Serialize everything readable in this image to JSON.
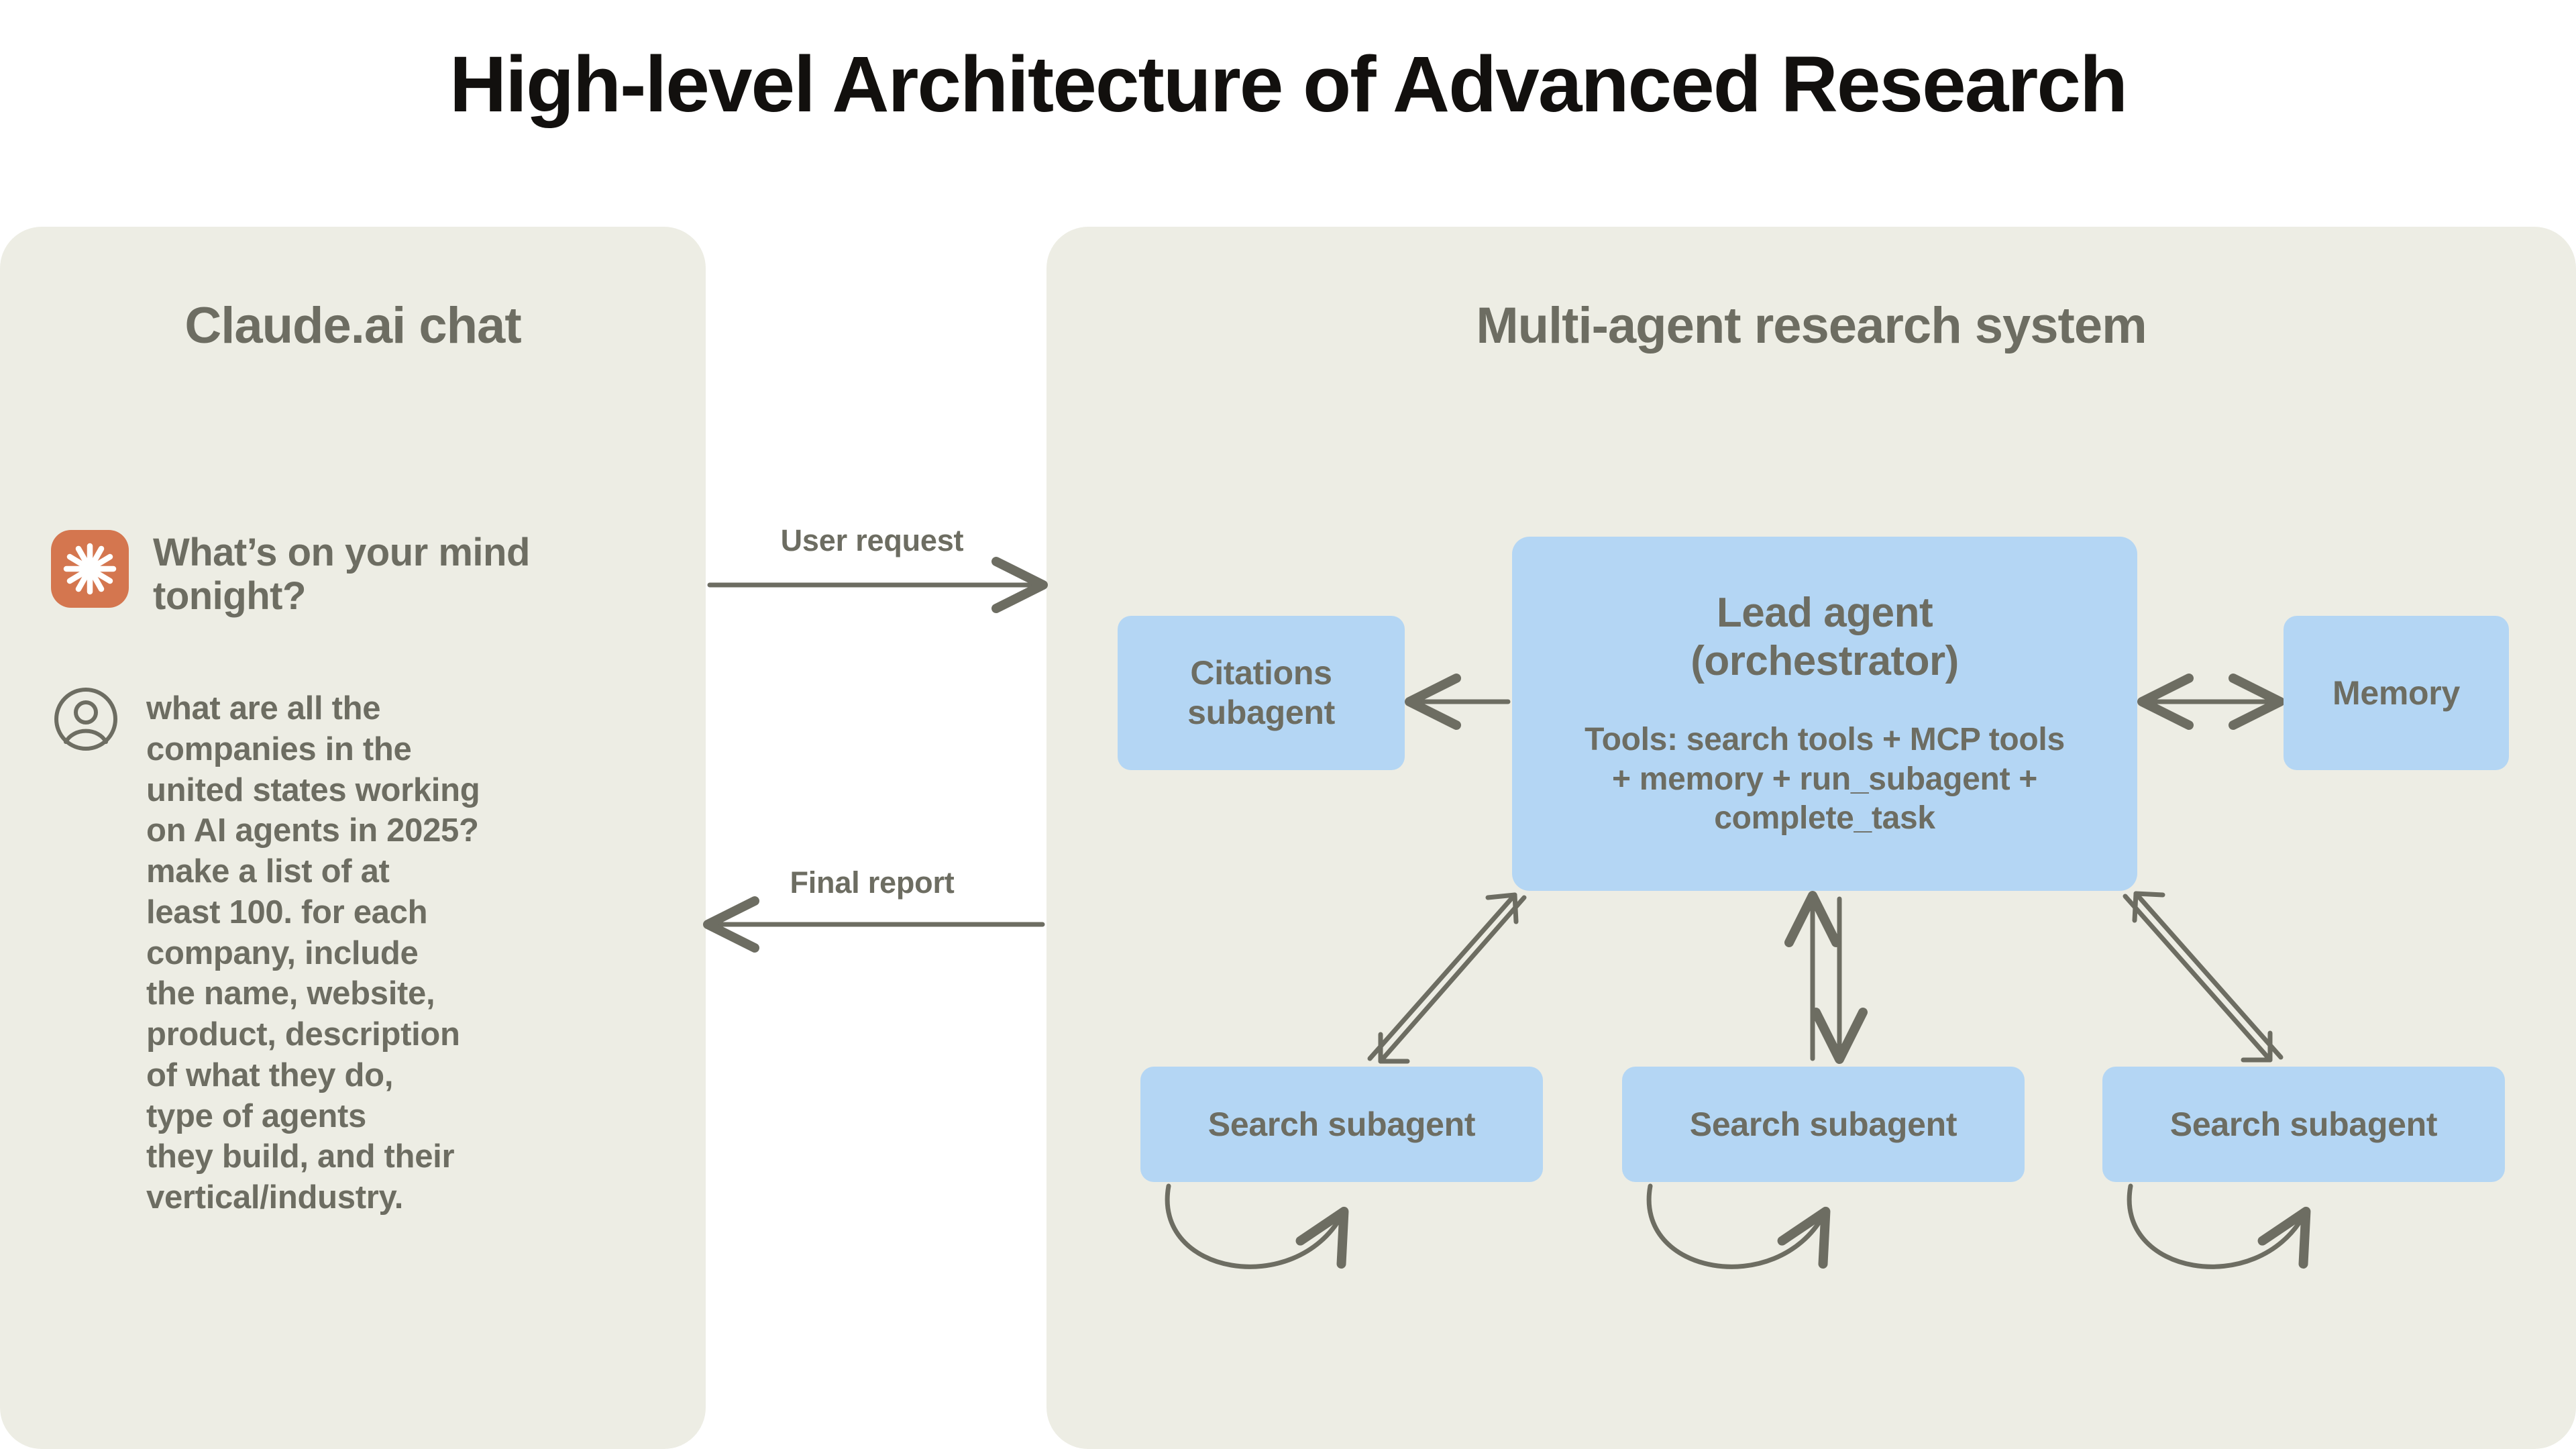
{
  "title": "High-level Architecture of Advanced Research",
  "left_panel": {
    "heading": "Claude.ai chat",
    "logo_icon": "claude-starburst-icon",
    "greeting": "What’s on your\nmind tonight?",
    "user_avatar_icon": "user-circle-icon",
    "user_message": "what are all the\ncompanies in the\nunited states working\non AI agents in 2025?\nmake a list of at\nleast 100. for each\ncompany, include\nthe name, website,\nproduct, description\nof what they do,\ntype of agents\nthey build, and their\nvertical/industry."
  },
  "connectors": {
    "user_request": "User request",
    "final_report": "Final report"
  },
  "right_panel": {
    "heading": "Multi-agent research system",
    "lead_agent": {
      "title": "Lead agent\n(orchestrator)",
      "tools": "Tools: search tools + MCP tools\n+ memory + run_subagent +\ncomplete_task"
    },
    "citations_subagent": "Citations\nsubagent",
    "memory": "Memory",
    "search_subagents": [
      "Search subagent",
      "Search subagent",
      "Search subagent"
    ]
  },
  "colors": {
    "page_background": "#ffffff",
    "panel_background": "#EDEDE4",
    "agent_box_fill": "#B4D6F4",
    "text_gray": "#6D6D62",
    "title_black": "#12100e",
    "claude_orange": "#D4764F",
    "arrow_stroke": "#6D6D62"
  }
}
